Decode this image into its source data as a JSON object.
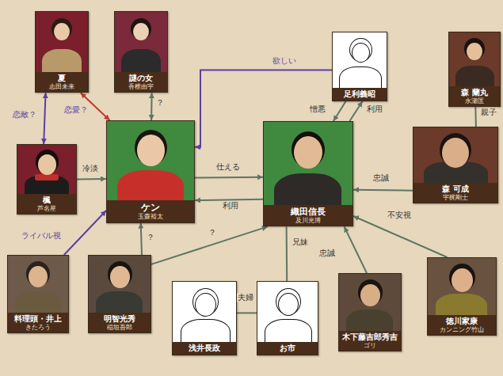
{
  "diagram": {
    "nodes": [
      {
        "text": [
          "夏",
          "志田未来"
        ]
      },
      {
        "text": [
          "謎の女",
          "香椎由宇"
        ]
      },
      {
        "text": [
          "足利義昭"
        ]
      },
      {
        "text": [
          "森 蘭丸",
          "永瀬匡"
        ]
      },
      {
        "text": [
          "楓",
          "芦名星"
        ]
      },
      {
        "text": [
          "ケン",
          "玉森裕太"
        ]
      },
      {
        "text": [
          "織田信長",
          "及川光博"
        ]
      },
      {
        "text": [
          "森 可成",
          "宇梶剛士"
        ]
      },
      {
        "text": [
          "料理頭・井上",
          "きたろう"
        ]
      },
      {
        "text": [
          "明智光秀",
          "稲垣吾郎"
        ]
      },
      {
        "text": [
          "浅井長政"
        ]
      },
      {
        "text": [
          "お市"
        ]
      },
      {
        "text": [
          "木下藤吉郎秀吉",
          "ゴリ"
        ]
      },
      {
        "text": [
          "徳川家康",
          "カンニング竹山"
        ]
      }
    ],
    "edges": [
      {
        "from": 0,
        "to": 4,
        "label": "恋敵？",
        "arrow": "both"
      },
      {
        "from": 0,
        "to": 5,
        "label": "恋愛？",
        "arrow": "both"
      },
      {
        "from": 1,
        "to": 5,
        "label": "？",
        "arrow": "both"
      },
      {
        "from": 2,
        "to": 5,
        "label": "欲しい",
        "arrow": "to"
      },
      {
        "from": 2,
        "to": 6,
        "label": "憎悪",
        "arrow": "to"
      },
      {
        "from": 6,
        "to": 2,
        "label": "利用",
        "arrow": "to"
      },
      {
        "from": 3,
        "to": 7,
        "label": "親子",
        "arrow": "none"
      },
      {
        "from": 7,
        "to": 6,
        "label": "忠誠",
        "arrow": "to"
      },
      {
        "from": 4,
        "to": 5,
        "label": "冷淡",
        "arrow": "to"
      },
      {
        "from": 8,
        "to": 5,
        "label": "ライバル視",
        "arrow": "to"
      },
      {
        "from": 5,
        "to": 6,
        "label": "仕える",
        "arrow": "to"
      },
      {
        "from": 6,
        "to": 5,
        "label": "利用",
        "arrow": "to"
      },
      {
        "from": 9,
        "to": 5,
        "label": "？",
        "arrow": "to"
      },
      {
        "from": 9,
        "to": 6,
        "label": "？",
        "arrow": "to"
      },
      {
        "from": 10,
        "to": 11,
        "label": "夫婦",
        "arrow": "none"
      },
      {
        "from": 6,
        "to": 11,
        "label": "兄妹",
        "arrow": "none"
      },
      {
        "from": 12,
        "to": 6,
        "label": "忠誠",
        "arrow": "to"
      },
      {
        "from": 13,
        "to": 6,
        "label": "不安視",
        "arrow": "to"
      }
    ]
  }
}
